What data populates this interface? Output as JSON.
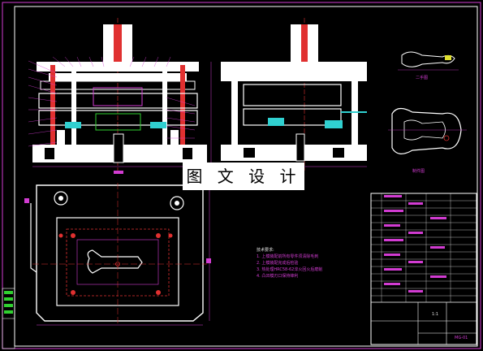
{
  "banner": "图 文 设 计",
  "views": {
    "view_a_label": "二手图",
    "view_b_label": "制件图"
  },
  "notes": {
    "heading": "技术要求:",
    "items": [
      "1. 上模装配前所有零件须清除毛刺",
      "2. 上模装配完成后检验",
      "3. 热处理HRC58-62淬火回火后磨削",
      "4. 凸凹模刃口保持锋利"
    ]
  },
  "title_block": {
    "ratio": "1:1",
    "drawing_no": "MG-01"
  },
  "colors": {
    "background": "#000000",
    "frame": "#ffffff",
    "accent_magenta": "#d23cd2",
    "accent_red": "#e03030",
    "accent_green": "#30d030",
    "accent_cyan": "#30d0d0",
    "accent_yellow": "#e0e030"
  }
}
